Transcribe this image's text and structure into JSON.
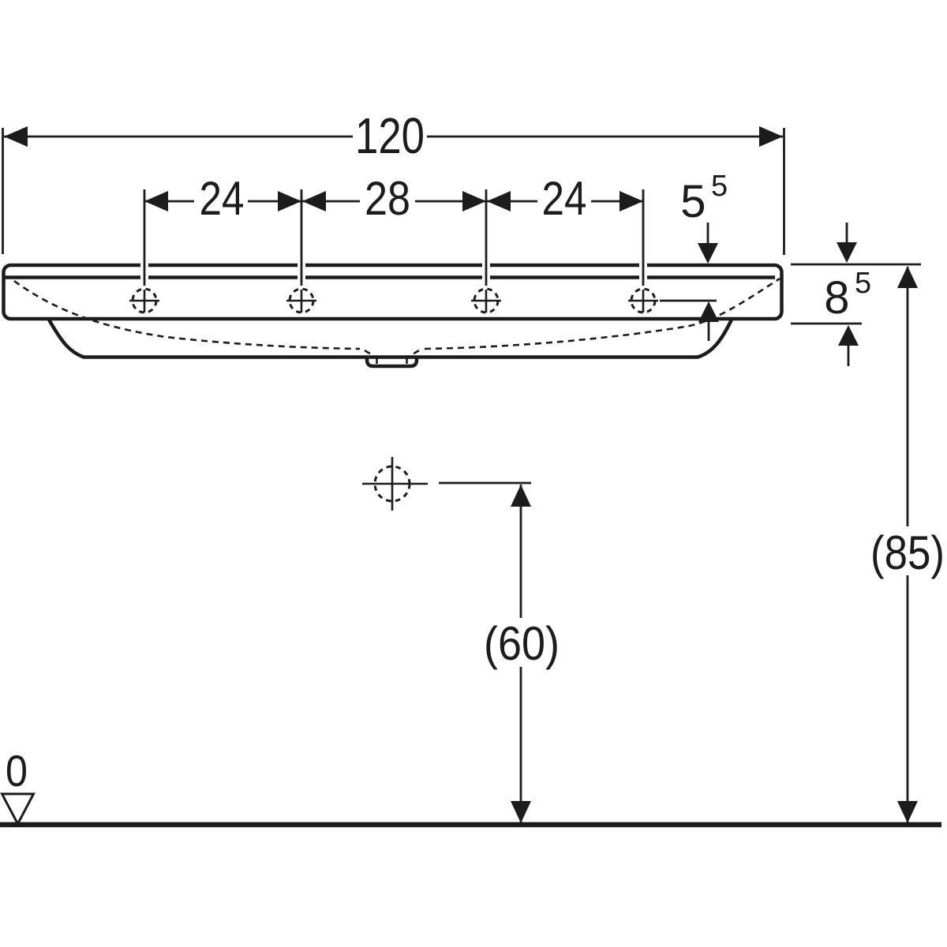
{
  "drawing": {
    "type": "technical-dimension-drawing",
    "labels": {
      "overall_width": "120",
      "spacing_left": "24",
      "spacing_center": "28",
      "spacing_right": "24",
      "tap_offset_main": "5",
      "tap_offset_sup": "5",
      "thickness_main": "8",
      "thickness_sup": "5",
      "supply_height": "(60)",
      "rim_height": "(85)",
      "datum_zero": "0"
    },
    "colors": {
      "line": "#1c1c1c",
      "background": "#ffffff"
    }
  }
}
